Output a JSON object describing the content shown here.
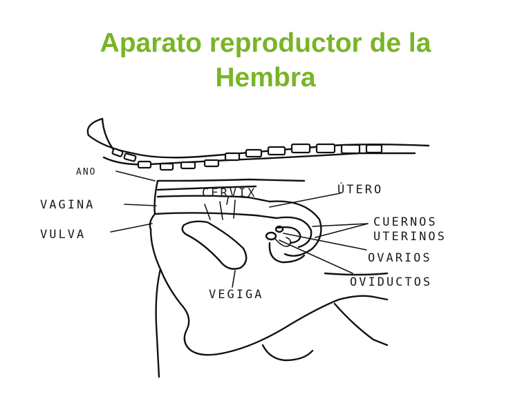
{
  "title": {
    "line1": "Aparato reproductor de la",
    "line2": "Hembra",
    "color": "#7ab427"
  },
  "labels": {
    "ano": "ANO",
    "vagina": "VAGINA",
    "vulva": "VULVA",
    "cervix": "CERVIX",
    "utero": "ÚTERO",
    "cuernos_1": "CUERNOS",
    "cuernos_2": "UTERINOS",
    "ovarios": "OVARIOS",
    "oviductos": "OVIDUCTOS",
    "vegiga": "VEGIGA"
  }
}
